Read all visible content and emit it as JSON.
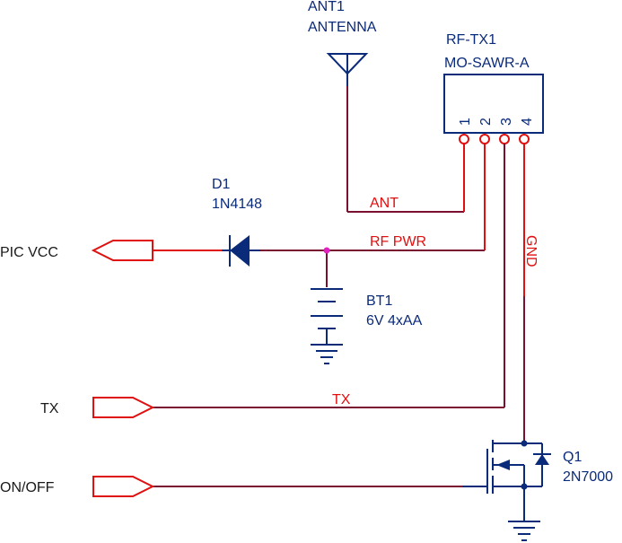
{
  "colors": {
    "wire": "#7a1030",
    "net_label": "#e01010",
    "component": "#0a2a7a",
    "text": "#1a1a1a",
    "junction": "#e020c0"
  },
  "antenna": {
    "ref": "ANT1",
    "value": "ANTENNA"
  },
  "rf_module": {
    "ref": "RF-TX1",
    "value": "MO-SAWR-A",
    "pins": [
      "1",
      "2",
      "3",
      "4"
    ]
  },
  "diode": {
    "ref": "D1",
    "value": "1N4148"
  },
  "battery": {
    "ref": "BT1",
    "value": "6V 4xAA"
  },
  "mosfet": {
    "ref": "Q1",
    "value": "2N7000"
  },
  "ports": {
    "pic_vcc": "PIC VCC",
    "tx": "TX",
    "on_off": "ON/OFF"
  },
  "nets": {
    "ant": "ANT",
    "rf_pwr": "RF PWR",
    "gnd": "GND",
    "tx": "TX"
  }
}
